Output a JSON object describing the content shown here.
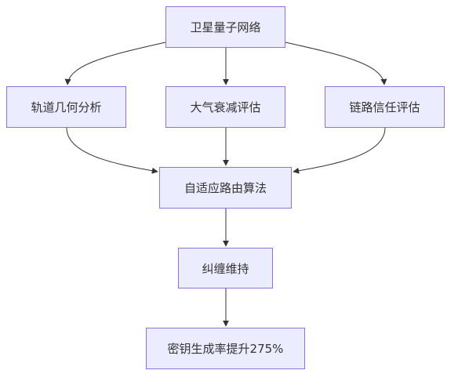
{
  "colors": {
    "node_fill": "#ECECFF",
    "node_border": "#9370DB",
    "edge": "#333333",
    "text": "#333333"
  },
  "nodes": {
    "network": "卫星量子网络",
    "geometry": "轨道几何分析",
    "atmosphere": "大气衰减评估",
    "trust": "链路信任评估",
    "routing": "自适应路由算法",
    "entanglement": "纠缠维持",
    "key_rate": "密钥生成率提升275%"
  },
  "edges": [
    {
      "from": "network",
      "to": "geometry"
    },
    {
      "from": "network",
      "to": "atmosphere"
    },
    {
      "from": "network",
      "to": "trust"
    },
    {
      "from": "geometry",
      "to": "routing"
    },
    {
      "from": "atmosphere",
      "to": "routing"
    },
    {
      "from": "trust",
      "to": "routing"
    },
    {
      "from": "routing",
      "to": "entanglement"
    },
    {
      "from": "entanglement",
      "to": "key_rate"
    }
  ]
}
